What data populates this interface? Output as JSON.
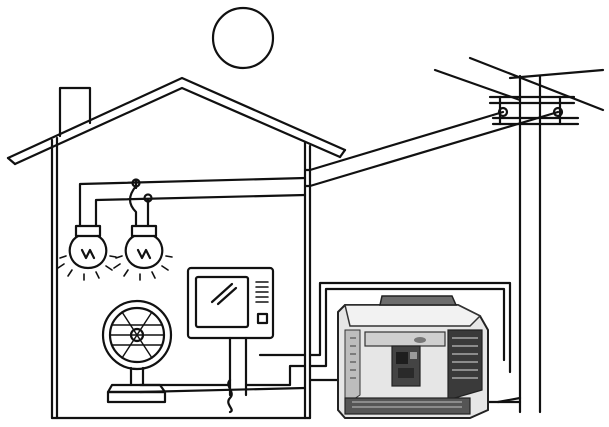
{
  "diagram": {
    "subject": "house-wired-to-portable-generator",
    "colors": {
      "ink": "#111111",
      "paper": "#ffffff",
      "generator_body": "#e6e6e6",
      "generator_dark": "#3a3a3a",
      "generator_mid": "#8c8c8c"
    },
    "icons": [
      "sun-icon",
      "house-outline",
      "power-pole",
      "light-bulb-icon",
      "tv-icon",
      "fan-icon",
      "generator-icon"
    ]
  }
}
